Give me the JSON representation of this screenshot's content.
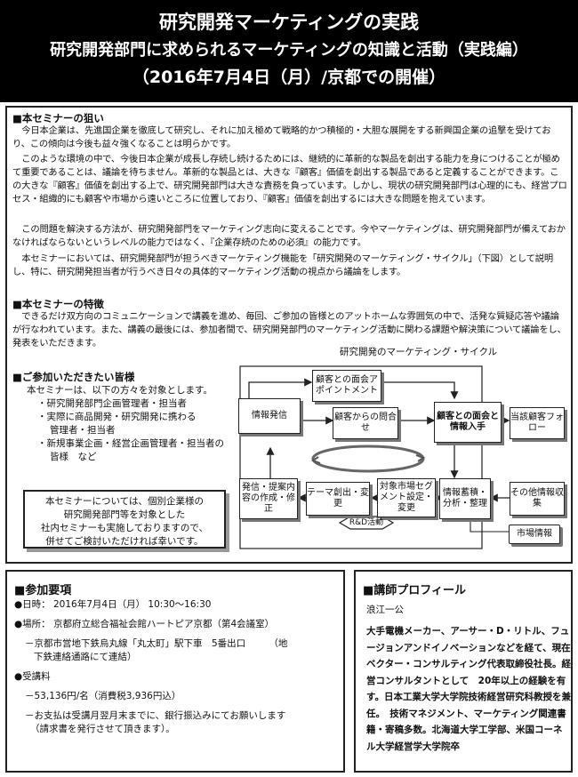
{
  "header": {
    "line1": "研究開発マーケティングの実践",
    "line2": "研究開発部門に求められるマーケティングの知識と活動（実践編）",
    "line3": "（2016年7月4日（月）/京都での開催）"
  },
  "aim": {
    "title": "■本セミナーの狙い",
    "p1": "今日本企業は、先進国企業を徹底して研究し、それに加え極めて戦略的かつ積極的・大胆な展開をする新興国企業の追撃を受けており、この傾向は今後も益々強くなることは明らかです。",
    "p2": "このような環境の中で、今後日本企業が成長し存続し続けるためには、継続的に革新的な製品を創出する能力を身につけることが極めて重要であることは、議論を待ちません。革新的な製品とは、大きな『顧客』価値を創出する製品であると定義することができます。この大きな『顧客』価値を創出する上で、研究開発部門は大きな責務を負っています。しかし、現状の研究開発部門は心理的にも、経営プロセス・組織的にも顧客や市場から遠いところに位置しており、『顧客』価値を創出するには大きな問題を抱えています。",
    "p3": "この問題を解決する方法が、研究開発部門をマーケティング志向に変えることです。今やマーケティングは、研究開発部門が備えておかなければならないというレベルの能力ではなく、『企業存続のための必須』の能力です。",
    "p4": "本セミナーにおいては、研究開発部門が担うべきマーケティング機能を「研究開発のマーケティング・サイクル」（下図）として説明し、特に、研究開発担当者が行うべき日々の具体的マーケティング活動の視点から議論をします。"
  },
  "feature": {
    "title": "■本セミナーの特徴",
    "p1": "できるだけ双方向のコミュニケーションで講義を進め、毎回、ご参加の皆様とのアットホームな雰囲気の中で、活発な質疑応答や議論が行なわれています。また、講義の最後には、参加者間で、研究開発部門のマーケティング活動に関わる課題や解決策について議論をし、発表をいただきます。"
  },
  "audience": {
    "title": "■ご参加いただきたい皆様",
    "intro": "本セミナーは、以下の方々を対象とします。",
    "i1": "・研究開発部門企画管理者・担当者",
    "i2": "・実際に商品開発・研究開発に携わる",
    "i2b": "管理者・担当者",
    "i3": "・新規事業企画・経営企画管理者・担当者の",
    "i3b": "皆様　など"
  },
  "notice": {
    "l1": "本セミナーについては、個別企業様の",
    "l2": "研究開発部門等を対象とした",
    "l3": "社内セミナーも実施しておりますので、",
    "l4": "併せてご検討いただければ幸いです。"
  },
  "cycle": {
    "title": "研究開発のマーケティング・サイクル",
    "appt": "顧客との面会アポイントメント",
    "info_send": "情報発信",
    "inquiry": "顧客からの問合せ",
    "meet": "顧客との面会と情報入手",
    "follow": "当該顧客フォロー",
    "proposal": "発信・提案内容の作成・修正",
    "theme": "テーマ創出・変更",
    "segment": "対象市場セグメント設定・変更",
    "accumulate": "情報蓄積・分析・整理",
    "other": "その他情報収集",
    "rd": "R&D活動",
    "market": "市場情報"
  },
  "overview": {
    "title": "■参加要項",
    "date": "●日時：  2016年7月4日（月） 10:30～16:30",
    "place": "●場所：  京都府立総合福祉会館ハートピア京都（第4会議室）",
    "access1": "－京都市営地下鉄烏丸線「丸太町」駅下車　5番出口　　　（地",
    "access2": "下鉄連絡通路にて連結）",
    "fee_title": "●受講料",
    "fee": "－53,136円/名（消費税3,936円込）",
    "pay1": "－お支払は受講月翌月末までに、銀行振込みにてお願いします",
    "pay2": "（請求書を発行させて頂きます）。"
  },
  "profile": {
    "title": "■講師プロフィール",
    "name": "浪江一公",
    "bio": "大手電機メーカー、アーサー・D・リトル、フュージョンアンドイノベーションなどを経て、現在ベクター・コンサルティング代表取締役社長。経営コンサルタントとして　20年以上の経験を有す。日本工業大学大学院技術経営研究科教授を兼任。　技術マネジメント、マーケティング関連書籍・寄稿多数。北海道大学工学部、米国コーネル大学経営学大学院卒"
  }
}
